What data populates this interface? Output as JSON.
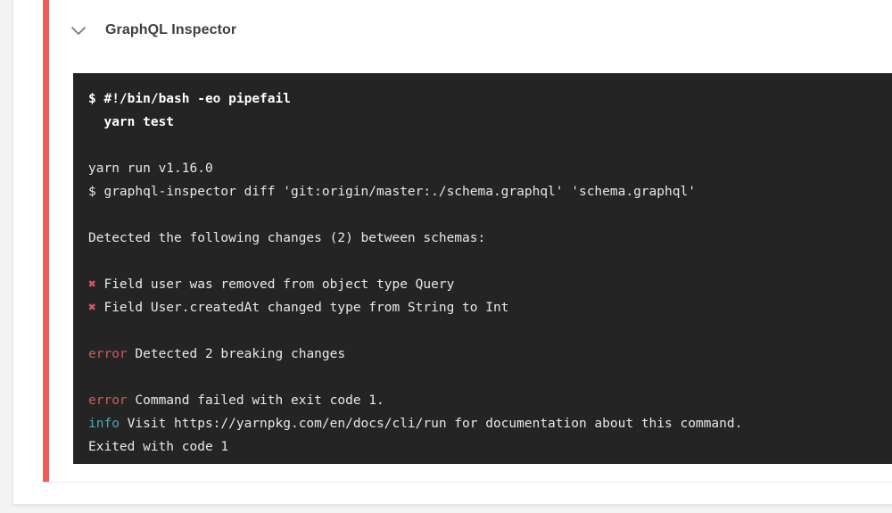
{
  "page": {
    "background_color": "#f3f3f4"
  },
  "card": {
    "background_color": "#ffffff",
    "status_bar": {
      "icon": "status-bar-failed",
      "color": "#ef5d5d"
    }
  },
  "job": {
    "collapse_icon": "chevron-down-icon",
    "title": "GraphQL Inspector"
  },
  "terminal": {
    "background_color": "#242424",
    "text_color": "#e8e8e8",
    "error_color": "#d45b5b",
    "info_color": "#4aa8b8",
    "cross_color": "#e05555",
    "lines": [
      {
        "id": "l1",
        "type": "command-bold",
        "text": "$ #!/bin/bash -eo pipefail"
      },
      {
        "id": "l2",
        "type": "command-bold",
        "text": "  yarn test"
      },
      {
        "id": "l3",
        "type": "blank",
        "text": ""
      },
      {
        "id": "l4",
        "type": "plain",
        "text": "yarn run v1.16.0"
      },
      {
        "id": "l5",
        "type": "plain",
        "text": "$ graphql-inspector diff 'git:origin/master:./schema.graphql' 'schema.graphql'"
      },
      {
        "id": "l6",
        "type": "blank",
        "text": ""
      },
      {
        "id": "l7",
        "type": "plain",
        "text": "Detected the following changes (2) between schemas:"
      },
      {
        "id": "l8",
        "type": "blank",
        "text": ""
      },
      {
        "id": "l9",
        "type": "cross",
        "marker": "✖",
        "text": " Field user was removed from object type Query"
      },
      {
        "id": "l10",
        "type": "cross",
        "marker": "✖",
        "text": " Field User.createdAt changed type from String to Int"
      },
      {
        "id": "l11",
        "type": "blank",
        "text": ""
      },
      {
        "id": "l12",
        "type": "error",
        "label": "error",
        "text": " Detected 2 breaking changes"
      },
      {
        "id": "l13",
        "type": "blank",
        "text": ""
      },
      {
        "id": "l14",
        "type": "error",
        "label": "error",
        "text": " Command failed with exit code 1."
      },
      {
        "id": "l15",
        "type": "info",
        "label": "info",
        "text": " Visit https://yarnpkg.com/en/docs/cli/run for documentation about this command."
      },
      {
        "id": "l16",
        "type": "plain",
        "text": "Exited with code 1"
      }
    ]
  }
}
